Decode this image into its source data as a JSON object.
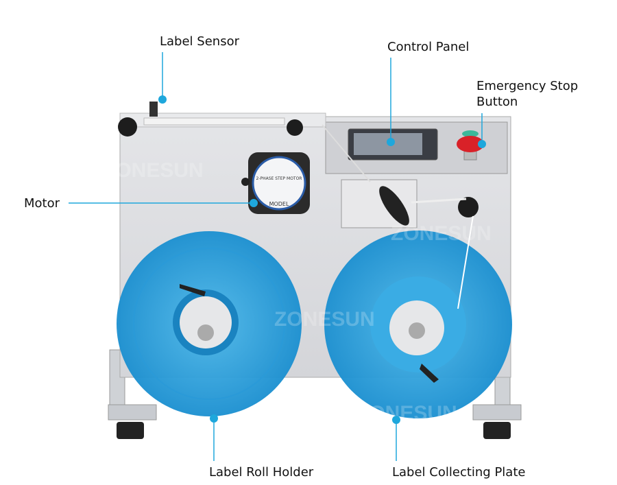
{
  "accent_color": "#1ea7dc",
  "watermark": "ZONESUN",
  "callouts": {
    "label_sensor": "Label Sensor",
    "control_panel": "Control Panel",
    "emergency_stop_line1": "Emergency Stop",
    "emergency_stop_line2": "Button",
    "motor": "Motor",
    "label_roll_holder": "Label Roll Holder",
    "label_collecting_plate": "Label Collecting Plate"
  },
  "motor_plate": {
    "model": "MODEL",
    "type": "2-PHASE STEP MOTOR"
  }
}
